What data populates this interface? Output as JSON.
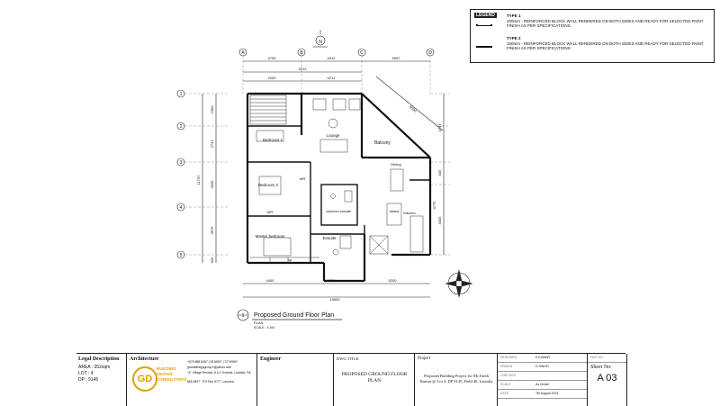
{
  "legend": {
    "header": "LEGEND",
    "type1_title": "TYPE 1",
    "type1_text": "200mm - REINFORCED BLOCK WALL RENDERED ON BOTH SIDES AND READY FOR SELECTED PAINT FINISH AS PER SPECIFICATIONS.",
    "type2_title": "TYPE 2",
    "type2_text": "150mm - REINFORCED BLOCK WALL RENDERED ON BOTH SIDES AND READY FOR SELECTED PAINT FINISH AS PER SPECIFICATIONS."
  },
  "grid": {
    "cols": [
      "A",
      "B",
      "C",
      "D"
    ],
    "rows": [
      "1",
      "2",
      "3",
      "4",
      "5"
    ],
    "north": "N"
  },
  "dims": {
    "top1": "4700",
    "top2": "4412",
    "top3": "5007",
    "top_total": "9212",
    "top_sub1": "4200",
    "top_sub2": "4212",
    "left_total": "11767",
    "left1": "2300",
    "left2": "2747",
    "left3": "3005",
    "left4": "3676",
    "left5": "950",
    "right1": "4747",
    "right2": "845",
    "right3": "4775",
    "right4": "4005",
    "diag": "6500",
    "bottom1": "4400",
    "bottom2": "3250",
    "bottom3": "5200",
    "bottom_total": "19650"
  },
  "rooms": {
    "bedroom1": "Bedroom 1",
    "bedroom2": "Bedroom 2",
    "lounge": "Lounge",
    "balcony": "Balcony",
    "dining": "Dining",
    "island": "Island",
    "kitchen": "Kitchen",
    "common_ensuite": "common ensuite",
    "master": "Master bedroom",
    "ensuite": "Ensuite",
    "wr1": "WR",
    "wr2": "WR",
    "up": "up"
  },
  "drawing_title": {
    "number": "1",
    "title": "Proposed Ground Floor Plan",
    "sub": "PLAN",
    "scale": "SCALE : 1:100"
  },
  "title_block": {
    "legal_heading": "Legal Description",
    "area": "AREA : 352sqm",
    "lot": "LOT : 4",
    "dp": "DP : 9145",
    "architecture": "Architecture",
    "logo_lines": [
      "BUILDING",
      "DESIGN",
      "CONSULTANTS"
    ],
    "contact1": "+679 888 8457 | 9216907 | 7274950*",
    "contact2": "granddesigngroup7@yahoo.com",
    "contact3": "\"A\" Village Rentals, 8 A.Z Hostels, Lautoka, Fiji",
    "contact4": "666 8457",
    "contact5": "P.O Box 5777, Lautoka",
    "engineer": "Engineer",
    "dwg_title_label": "DWG TITLE:",
    "dwg_title": "PROPOSED GROUND FLOOR PLAN",
    "project_label": "Project",
    "project_text": "Proposed Building Project for Mr Jitesh Kumar @ Lot 4, DP 9145, Field 40, Lautoka",
    "designed": "DESIGNED",
    "designed_val": "K.KUMAR",
    "drawn": "DRAWN",
    "drawn_val": "D.SINGH",
    "checked": "CHECKED",
    "scale": "SCALE",
    "scale_val": "As shown",
    "date": "DATE",
    "date_val": "7th August 2024",
    "file_no": "FILE NO:",
    "sheet_no": "Sheet No:",
    "sheet": "A 03"
  }
}
